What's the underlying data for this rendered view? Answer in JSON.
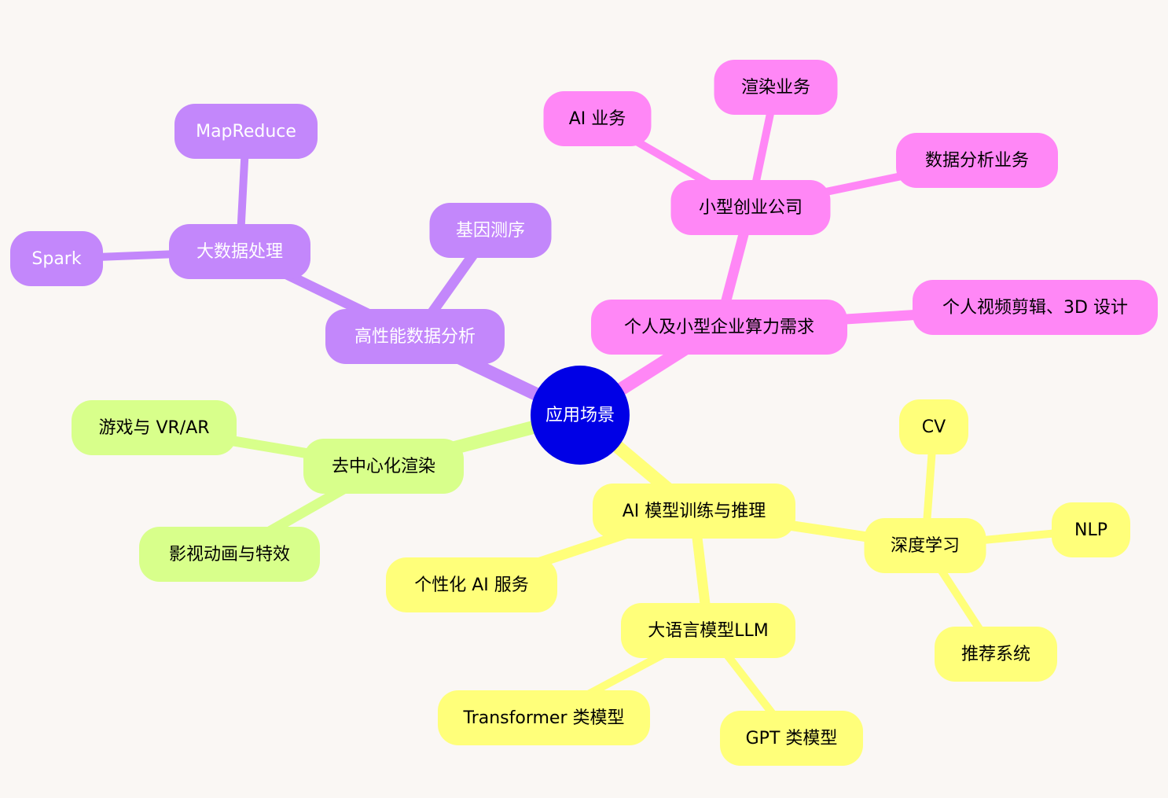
{
  "root": {
    "id": "root",
    "label": "应用场景",
    "fill": "#0000e6",
    "text_color": "#ffffff"
  },
  "branches": [
    {
      "id": "hpc",
      "color": "#c387fb",
      "text_color": "#ffffff",
      "label": "高性能数据分析"
    },
    {
      "id": "personal",
      "color": "#ff87f6",
      "text_color": "#000000",
      "label": "个人及小型企业算力需求"
    },
    {
      "id": "render",
      "color": "#d8ff8b",
      "text_color": "#000000",
      "label": "去中心化渲染"
    },
    {
      "id": "ai",
      "color": "#ffff7a",
      "text_color": "#000000",
      "label": "AI 模型训练与推理"
    }
  ],
  "nodes": [
    {
      "id": "bigdata",
      "parent": "hpc",
      "label": "大数据处理"
    },
    {
      "id": "mapreduce",
      "parent": "bigdata",
      "label": "MapReduce"
    },
    {
      "id": "spark",
      "parent": "bigdata",
      "label": "Spark"
    },
    {
      "id": "gene",
      "parent": "hpc",
      "label": "基因测序"
    },
    {
      "id": "startup",
      "parent": "personal",
      "label": "小型创业公司"
    },
    {
      "id": "ai_biz",
      "parent": "startup",
      "label": "AI 业务"
    },
    {
      "id": "render_biz",
      "parent": "startup",
      "label": "渲染业务"
    },
    {
      "id": "data_biz",
      "parent": "startup",
      "label": "数据分析业务"
    },
    {
      "id": "video",
      "parent": "personal",
      "label": "个人视频剪辑、3D 设计"
    },
    {
      "id": "game",
      "parent": "render",
      "label": "游戏与 VR/AR"
    },
    {
      "id": "film",
      "parent": "render",
      "label": "影视动画与特效"
    },
    {
      "id": "dl",
      "parent": "ai",
      "label": "深度学习"
    },
    {
      "id": "cv",
      "parent": "dl",
      "label": "CV"
    },
    {
      "id": "nlp",
      "parent": "dl",
      "label": "NLP"
    },
    {
      "id": "rec",
      "parent": "dl",
      "label": "推荐系统"
    },
    {
      "id": "personal_ai",
      "parent": "ai",
      "label": "个性化 AI 服务"
    },
    {
      "id": "llm",
      "parent": "ai",
      "label": "大语言模型LLM"
    },
    {
      "id": "transformer",
      "parent": "llm",
      "label": "Transformer 类模型"
    },
    {
      "id": "gpt",
      "parent": "llm",
      "label": "GPT 类模型"
    }
  ]
}
